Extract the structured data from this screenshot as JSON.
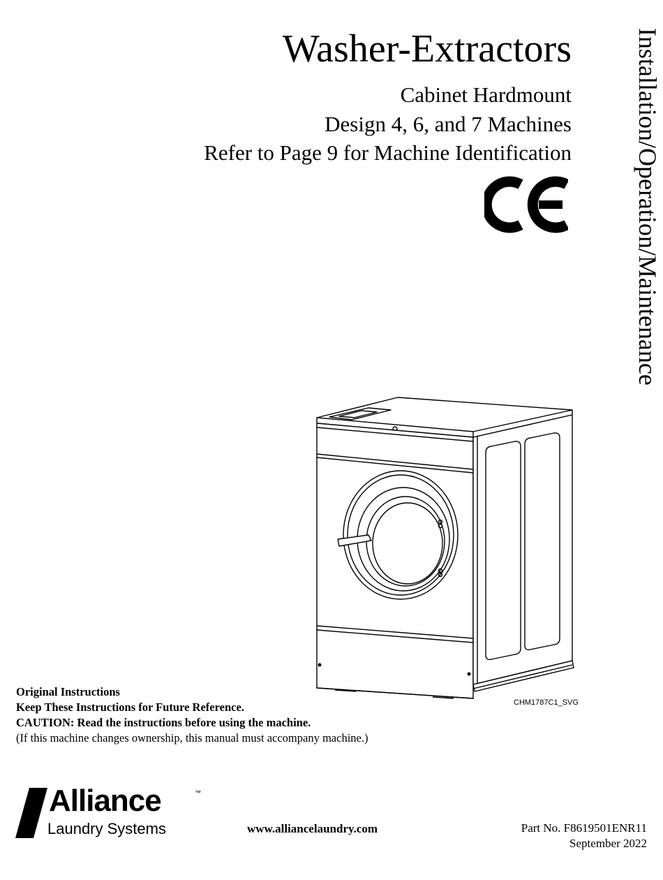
{
  "header": {
    "title": "Washer-Extractors",
    "subtitle_1": "Cabinet Hardmount",
    "subtitle_2": "Design 4, 6, and 7 Machines",
    "subtitle_3": "Refer to Page 9 for Machine Identification",
    "certification_mark": "CE"
  },
  "side_title": "Installation/Operation/Maintenance",
  "illustration": {
    "figure_code": "CHM1787C1_SVG"
  },
  "instructions": {
    "line_1": "Original Instructions",
    "line_2": "Keep These Instructions for Future Reference.",
    "line_3": "CAUTION: Read the instructions before using the machine.",
    "line_4": "(If this machine changes ownership, this manual must accompany machine.)"
  },
  "footer": {
    "brand_name": "Alliance",
    "brand_tm": "™",
    "brand_sub": "Laundry Systems",
    "website": "www.alliancelaundry.com",
    "part_number": "Part No. F8619501ENR11",
    "date": "September  2022"
  }
}
